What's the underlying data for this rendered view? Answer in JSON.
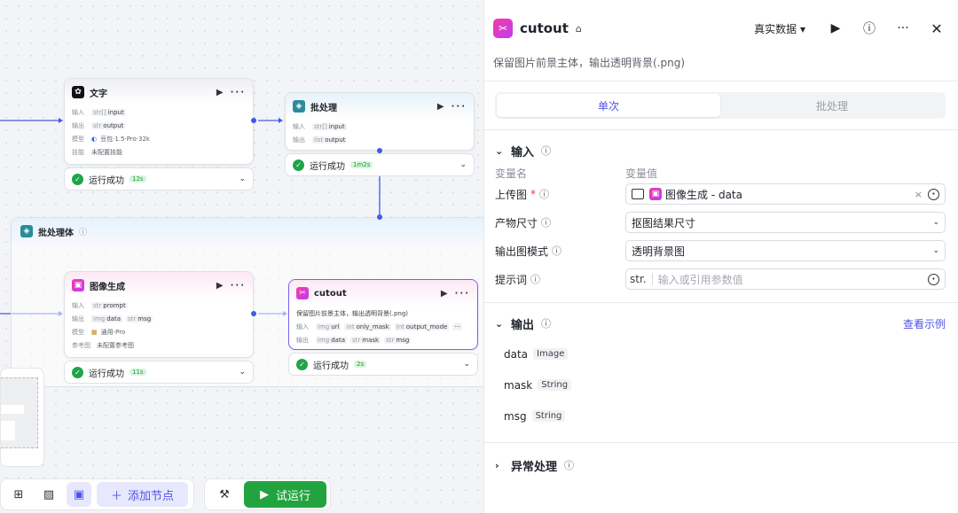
{
  "canvas": {
    "node_text": {
      "title": "文字",
      "rows": [
        {
          "label": "输入",
          "tags": [
            {
              "type": "str[]",
              "name": "input"
            }
          ]
        },
        {
          "label": "输出",
          "tags": [
            {
              "type": "str",
              "name": "output"
            }
          ]
        },
        {
          "label": "模型",
          "value": "豆包·1.5·Pro·32k"
        },
        {
          "label": "技能",
          "value": "未配置技能"
        }
      ],
      "status": "运行成功",
      "duration": "12s"
    },
    "node_batch": {
      "title": "批处理",
      "rows": [
        {
          "label": "输入",
          "tags": [
            {
              "type": "str[]",
              "name": "input"
            }
          ]
        },
        {
          "label": "输出",
          "tags": [
            {
              "type": "list",
              "name": "output"
            }
          ]
        }
      ],
      "status": "运行成功",
      "duration": "1m2s"
    },
    "group": {
      "title": "批处理体"
    },
    "node_imagegen": {
      "title": "图像生成",
      "rows": [
        {
          "label": "输入",
          "tags": [
            {
              "type": "str",
              "name": "prompt"
            }
          ]
        },
        {
          "label": "输出",
          "tags": [
            {
              "type": "img",
              "name": "data"
            },
            {
              "type": "str",
              "name": "msg"
            }
          ]
        },
        {
          "label": "模型",
          "value": "通用-Pro"
        },
        {
          "label": "参考图",
          "value": "未配置参考图"
        }
      ],
      "status": "运行成功",
      "duration": "11s"
    },
    "node_cutout": {
      "title": "cutout",
      "desc": "保留图片前景主体，输出透明背景(.png)",
      "rows": [
        {
          "label": "输入",
          "tags": [
            {
              "type": "img",
              "name": "url"
            },
            {
              "type": "int",
              "name": "only_mask"
            },
            {
              "type": "int",
              "name": "output_mode"
            }
          ]
        },
        {
          "label": "输出",
          "tags": [
            {
              "type": "img",
              "name": "data"
            },
            {
              "type": "str",
              "name": "mask"
            },
            {
              "type": "str",
              "name": "msg"
            }
          ]
        }
      ],
      "more": "···",
      "status": "运行成功",
      "duration": "2s"
    },
    "toolbar": {
      "add_node": "添加节点",
      "test_run": "试运行"
    }
  },
  "panel": {
    "title": "cutout",
    "data_mode": "真实数据",
    "description": "保留图片前景主体，输出透明背景(.png)",
    "tabs": [
      {
        "label": "单次",
        "active": true
      },
      {
        "label": "批处理",
        "active": false
      }
    ],
    "input_section": {
      "title": "输入",
      "col_name": "变量名",
      "col_value": "变量值",
      "fields": [
        {
          "label": "上传图",
          "required": true,
          "value": "图像生成 - data"
        },
        {
          "label": "产物尺寸",
          "value": "抠图结果尺寸"
        },
        {
          "label": "输出图模式",
          "value": "透明背景图"
        },
        {
          "label": "提示词",
          "type_tag": "str.",
          "placeholder": "输入或引用参数值"
        }
      ]
    },
    "output_section": {
      "title": "输出",
      "link": "查看示例",
      "items": [
        {
          "name": "data",
          "type": "Image"
        },
        {
          "name": "mask",
          "type": "String"
        },
        {
          "name": "msg",
          "type": "String"
        }
      ]
    },
    "error_section": {
      "title": "异常处理"
    }
  },
  "colors": {
    "accent": "#4d53e8",
    "success": "#21a34a",
    "run_button": "#23a33f",
    "edge": "#3d5ce8"
  }
}
